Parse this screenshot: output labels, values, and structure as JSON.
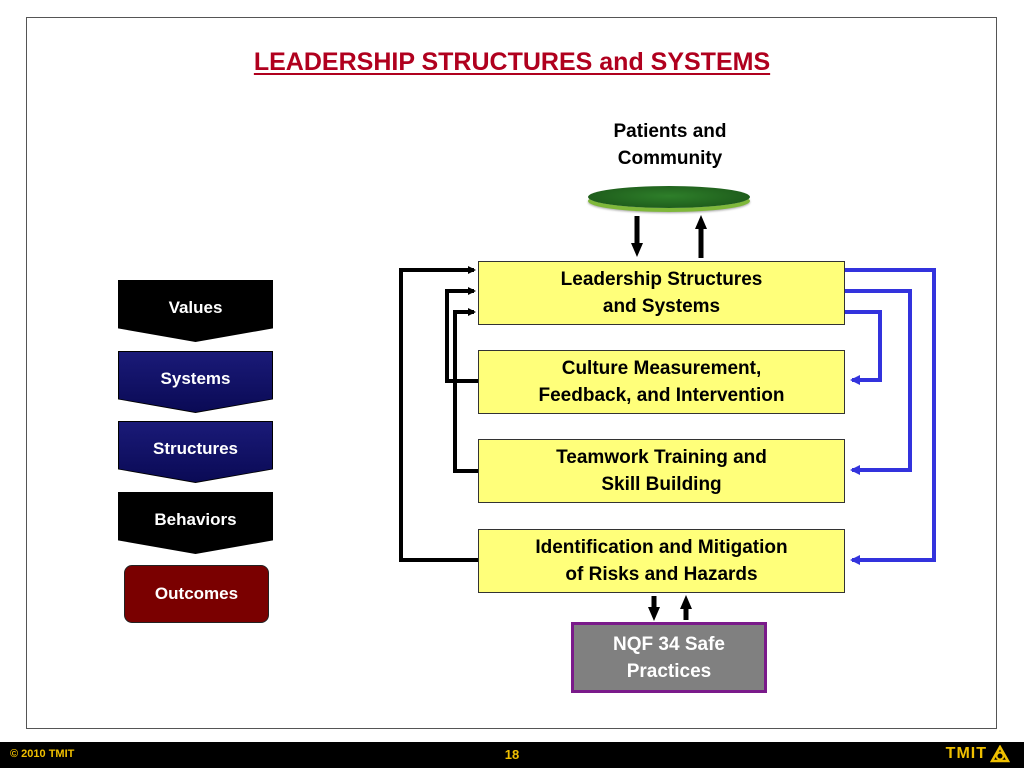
{
  "title": "LEADERSHIP STRUCTURES and SYSTEMS",
  "patients_label": "Patients and\nCommunity",
  "main_boxes": [
    {
      "label": "Leadership Structures\nand Systems"
    },
    {
      "label": "Culture Measurement,\nFeedback, and Intervention"
    },
    {
      "label": "Teamwork Training and\nSkill Building"
    },
    {
      "label": "Identification and Mitigation\nof Risks and Hazards"
    }
  ],
  "nqf_label": "NQF 34 Safe\nPractices",
  "stack": [
    {
      "label": "Values",
      "style": "black"
    },
    {
      "label": "Systems",
      "style": "blue"
    },
    {
      "label": "Structures",
      "style": "blue"
    },
    {
      "label": "Behaviors",
      "style": "black"
    }
  ],
  "outcomes_label": "Outcomes",
  "footer": {
    "copyright": "© 2010 TMIT",
    "page_number": "18",
    "logo_text": "TMIT"
  },
  "colors": {
    "title": "#b0001e",
    "box_fill": "#ffff7a",
    "blue_arrow": "#3333dd",
    "outcomes_fill": "#7a0000",
    "nqf_border": "#7a1a8a",
    "footer_text": "#f0c000"
  }
}
